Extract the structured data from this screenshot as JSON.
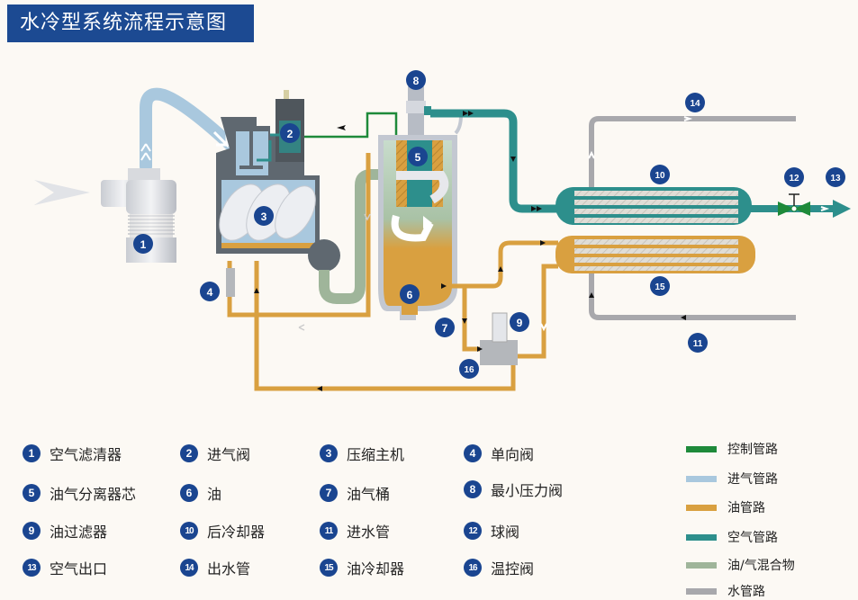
{
  "title": "水冷型系统流程示意图",
  "components": [
    {
      "num": "1",
      "label": "空气滤清器"
    },
    {
      "num": "2",
      "label": "进气阀"
    },
    {
      "num": "3",
      "label": "压缩主机"
    },
    {
      "num": "4",
      "label": "单向阀"
    },
    {
      "num": "5",
      "label": "油气分离器芯"
    },
    {
      "num": "6",
      "label": "油"
    },
    {
      "num": "7",
      "label": "油气桶"
    },
    {
      "num": "8",
      "label": "最小压力阀"
    },
    {
      "num": "9",
      "label": "油过滤器"
    },
    {
      "num": "10",
      "label": "后冷却器"
    },
    {
      "num": "11",
      "label": "进水管"
    },
    {
      "num": "12",
      "label": "球阀"
    },
    {
      "num": "13",
      "label": "空气出口"
    },
    {
      "num": "14",
      "label": "出水管"
    },
    {
      "num": "15",
      "label": "油冷却器"
    },
    {
      "num": "16",
      "label": "温控阀"
    }
  ],
  "pipe_legend": [
    {
      "label": "控制管路",
      "color": "#1e8a3a"
    },
    {
      "label": "进气管路",
      "color": "#a9c8de"
    },
    {
      "label": "油管路",
      "color": "#d9a040"
    },
    {
      "label": "空气管路",
      "color": "#2d8f8c"
    },
    {
      "label": "油/气混合物",
      "color": "#9fb59a"
    },
    {
      "label": "水管路",
      "color": "#a8a8ac"
    }
  ],
  "colors": {
    "title_bg": "#1c4a92",
    "badge": "#1a4590",
    "background": "#fcf9f4",
    "housing": "#5f6870"
  }
}
